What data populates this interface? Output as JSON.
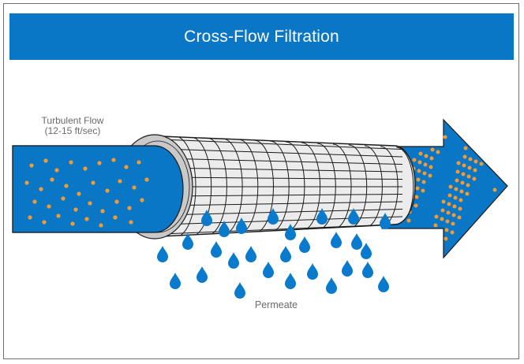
{
  "header": {
    "title": "Cross-Flow Filtration"
  },
  "labels": {
    "inlet_line1": "Turbulent Flow",
    "inlet_line2": "(12-15 ft/sec)",
    "permeate": "Permeate"
  },
  "colors": {
    "banner": "#0a76c6",
    "flow_blue": "#0a76c6",
    "particle_orange": "#f39a33",
    "membrane_gray": "#e9e9e9",
    "outline": "#222222",
    "droplet_blue": "#0a7bcc"
  }
}
